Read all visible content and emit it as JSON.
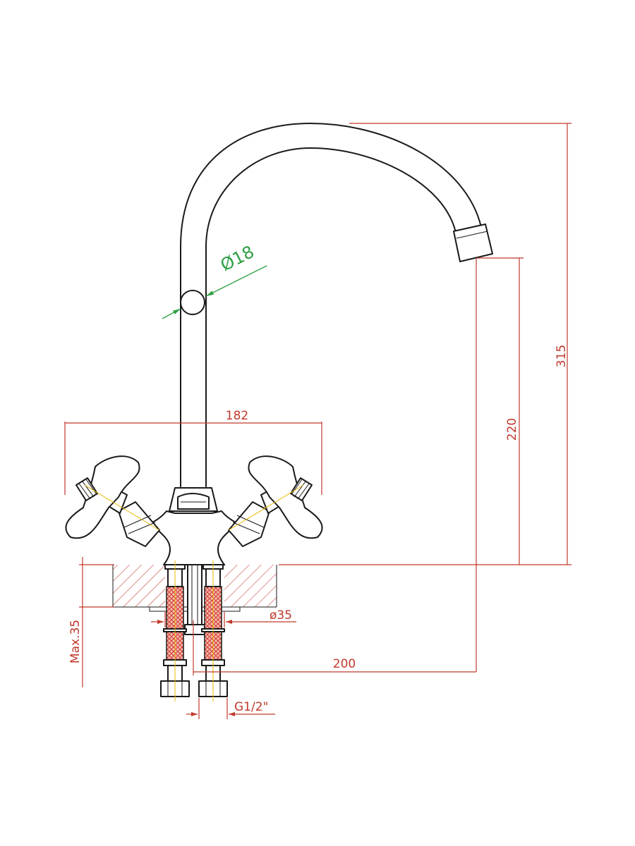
{
  "dimensions": {
    "total_height": "315",
    "spout_height": "220",
    "handle_span": "182",
    "spout_reach": "200",
    "pipe_diameter": "Ø18",
    "hole_diameter": "ø35",
    "max_thickness": "Max.35",
    "thread": "G1/2\""
  },
  "colors": {
    "outline": "#1a1a1a",
    "dimension": "#c0392b",
    "diameter_callout": "#2ea043",
    "axis": "#e8b800",
    "hose_braid": "#d9483b"
  }
}
